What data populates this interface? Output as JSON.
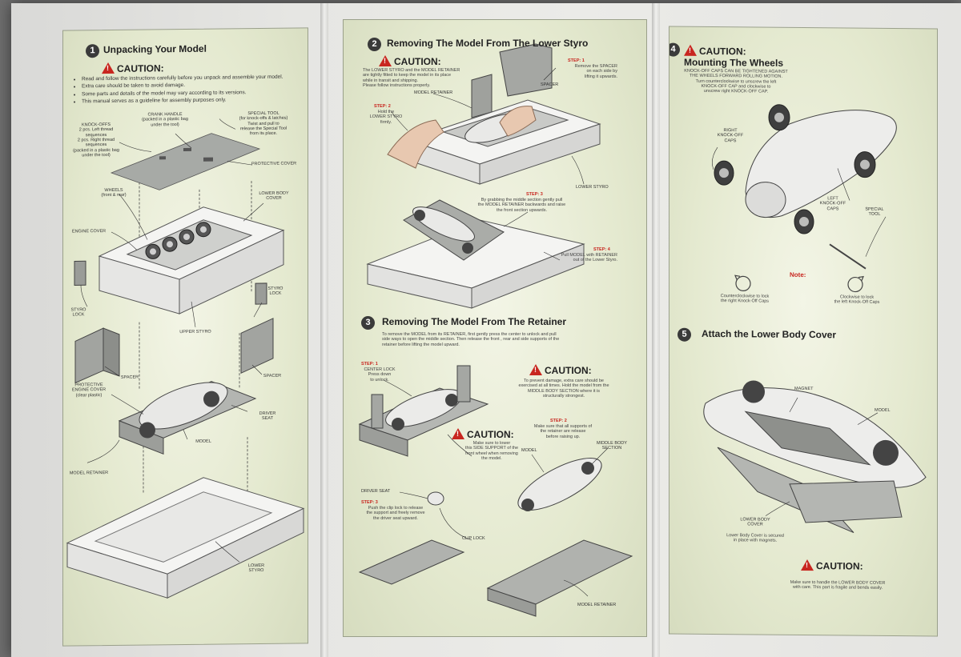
{
  "panel1": {
    "section_number": "1",
    "section_title": "Unpacking Your Model",
    "caution": "CAUTION:",
    "bullets": [
      "Read and follow the instructions carefully before you unpack and assemble your model.",
      "Extra care should be taken to avoid damage.",
      "Some parts and details of the model may vary according to its versions.",
      "This manual serves as a guideline for assembly purposes only."
    ],
    "labels": {
      "knock_offs": "KNOCK-OFFS\n2 pcs. Left thread sequences\n2 pcs. Right thread sequences\n(packed in a plastic bag\nunder the tool)",
      "crank_handle": "CRANK HANDLE\n(packed in a plastic bag\nunder the tool)",
      "special_tool": "SPECIAL TOOL\n(for knock-offs & latches)\nTwist and pull to\nrelease the Special Tool\nfrom its place.",
      "protective_cover": "PROTECTIVE COVER",
      "wheels": "WHEELS\n(front & rear)",
      "lower_body_cover": "LOWER BODY\nCOVER",
      "engine_cover": "ENGINE COVER",
      "styro_lock_left": "STYRO\nLOCK",
      "styro_lock_right": "STYRO\nLOCK",
      "upper_styro": "UPPER STYRO",
      "spacer_left": "SPACER",
      "spacer_right": "SPACER",
      "protective_engine_cover": "PROTECTIVE\nENGINE COVER\n(clear plastic)",
      "driver_seat": "DRIVER\nSEAT",
      "model": "MODEL",
      "model_retainer": "MODEL RETAINER",
      "lower_styro": "LOWER\nSTYRO"
    }
  },
  "panel2": {
    "section2_number": "2",
    "section2_title": "Removing The Model From The Lower Styro",
    "caution": "CAUTION:",
    "caution_text": "The LOWER STYRO and the MODEL RETAINER\nare tightly fitted to keep the model in its place\nwhile in transit and shipping.\nPlease follow instructions properly.",
    "step1_title": "STEP: 1",
    "step1_text": "Remove the SPACER\non each side by\nlifting it upwards.",
    "spacer": "SPACER",
    "model_retainer": "MODEL RETAINER",
    "step2_title": "STEP: 2",
    "step2_text": "Hold the\nLOWER STYRO\nfirmly.",
    "lower_styro": "LOWER STYRO",
    "step3_title": "STEP: 3",
    "step3_text": "By grabbing the middle section gently pull\nthe MODEL RETAINER backwards and raise\nthe front section upwards.",
    "step4_title": "STEP: 4",
    "step4_text": "Pull MODEL with RETAINER\nout of the Lower Styro.",
    "section3_number": "3",
    "section3_title": "Removing The Model From The Retainer",
    "section3_intro": "To remove the MODEL from its RETAINER, first gently press the center to unlock and pull\nside ways to open the middle section. Then release the front , rear and side supports of the\nretainer before lifting the model upward.",
    "s3_step1_title": "STEP: 1",
    "s3_step1_text": "CENTER LOCK\nPress down\nto unlock.",
    "caution2": "CAUTION:",
    "caution2_text": "To prevent damage, extra care should be\nexercised at all times. Hold the model from the\nMIDDLE BODY SECTION where it is\nstructurally strongest.",
    "caution3": "CAUTION:",
    "caution3_text": "Make sure to lower\nthis SIDE SUPPORT of the\nfront wheel when removing\nthe model.",
    "s3_step2_title": "STEP: 2",
    "s3_step2_text": "Make sure that all supports of\nthe retainer are release\nbefore raising up.",
    "model": "MODEL",
    "middle_body_section": "MIDDLE BODY\nSECTION",
    "driver_seat": "DRIVER SEAT",
    "s3_step3_title": "STEP: 3",
    "s3_step3_text": "Push the clip lock to release\nthe support and freely remove\nthe driver seat upward.",
    "clip_lock": "CLIP LOCK",
    "model_retainer_bottom": "MODEL RETAINER"
  },
  "panel3": {
    "section4_number": "4",
    "caution": "CAUTION:",
    "section4_title": "Mounting The Wheels",
    "caution_text": "KNOCK-OFF CAPS CAN BE TIGHTENED AGAINST\nTHE WHEELS FORWARD ROLLING MOTION.\nTurn counterclockwise to unscrew the left\nKNOCK-OFF CAP and clockwise to\nunscrew right KNOCK-OFF CAP.",
    "right_caps": "RIGHT\nKNOCK-OFF\nCAPS",
    "left_caps": "LEFT\nKNOCK-OFF\nCAPS",
    "special_tool": "SPECIAL\nTOOL",
    "note": "Note:",
    "counterclockwise": "Counterclockwise to lock\nthe right Knock-Off Caps",
    "clockwise": "Clockwise to lock\nthe left Knock-Off Caps",
    "section5_number": "5",
    "section5_title": "Attach the Lower Body Cover",
    "magnet": "MAGNET",
    "model": "MODEL",
    "lower_body_cover": "LOWER BODY\nCOVER",
    "cover_text": "Lower Body Cover is secured\nin place with magnets.",
    "caution2": "CAUTION:",
    "caution2_text": "Make sure to handle the LOWER BODY COVER\nwith care. This part is fragile and bends easily."
  },
  "colors": {
    "panel_bg": "#e4e9cf",
    "caution_red": "#c8261f",
    "border": "#9aa08a"
  }
}
